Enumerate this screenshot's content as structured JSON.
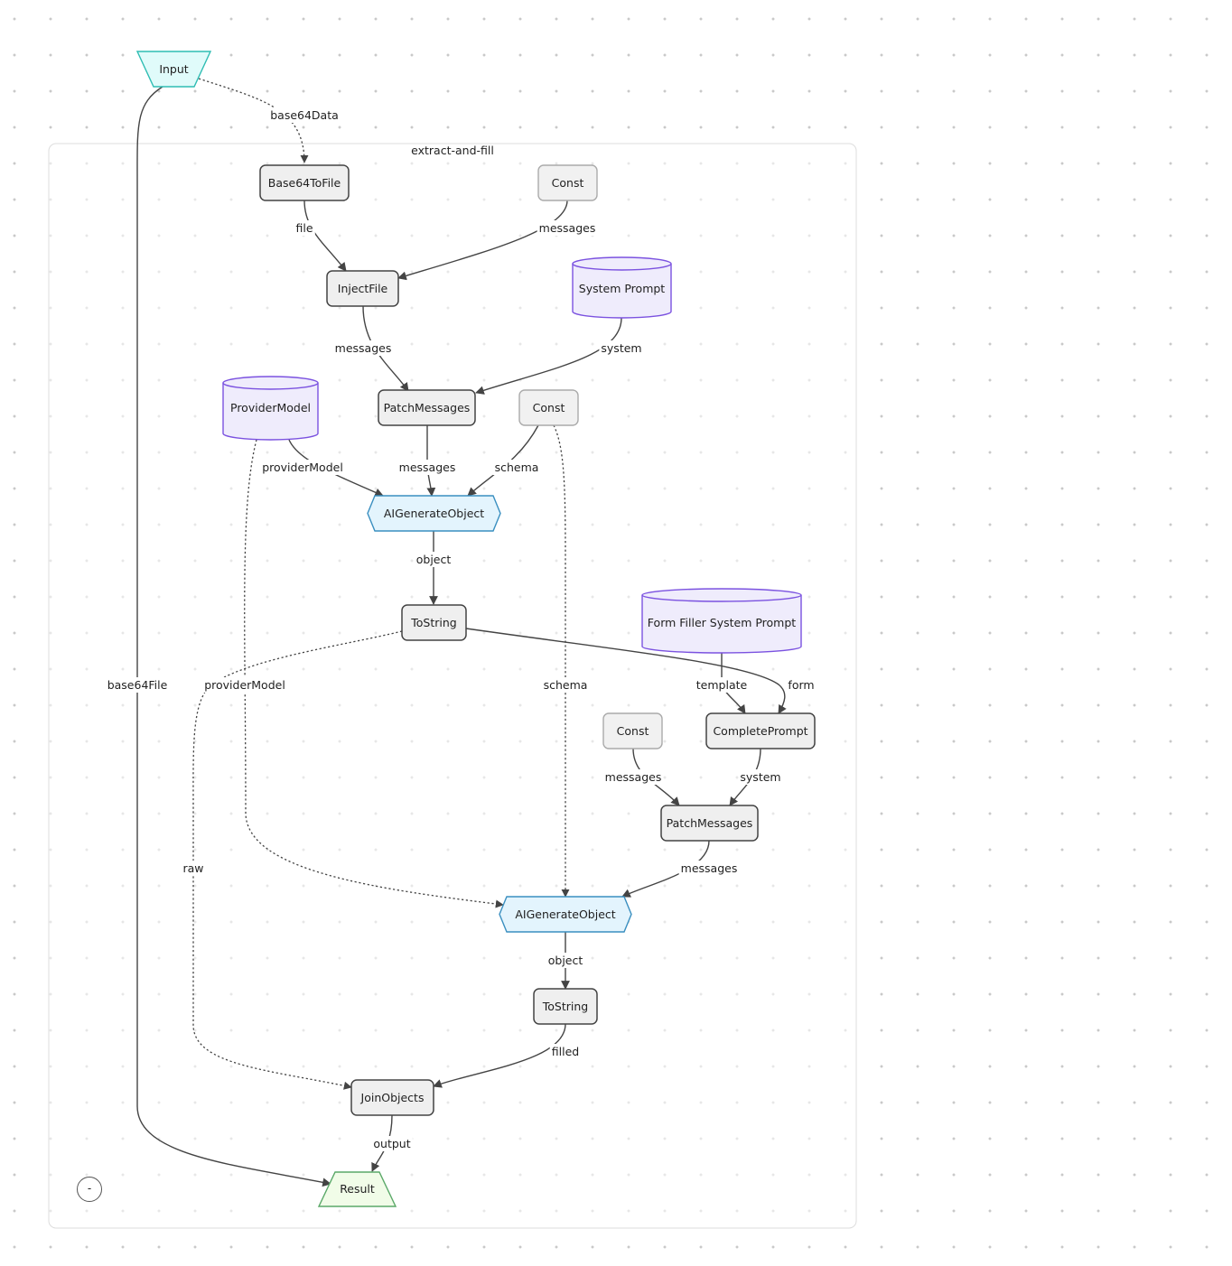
{
  "group": {
    "title": "extract-and-fill",
    "collapse_label": "-"
  },
  "colors": {
    "io_input_fill": "#e0fbfa",
    "io_input_stroke": "#2fbdb3",
    "io_output_fill": "#f1fce8",
    "io_output_stroke": "#5aa868",
    "db_fill": "#efecfc",
    "db_stroke": "#7b52e0",
    "ai_fill": "#e3f4fd",
    "ai_stroke": "#3a8fc0",
    "op_fill": "#efefef",
    "op_stroke": "#444444",
    "const_fill": "#f1f1f1",
    "const_stroke": "#aaaaaa"
  },
  "nodes": [
    {
      "id": "input",
      "label": "Input",
      "kind": "io_in"
    },
    {
      "id": "b64",
      "label": "Base64ToFile",
      "kind": "op"
    },
    {
      "id": "const1",
      "label": "Const",
      "kind": "const"
    },
    {
      "id": "inject",
      "label": "InjectFile",
      "kind": "op"
    },
    {
      "id": "sysprompt",
      "label": "System Prompt",
      "kind": "db"
    },
    {
      "id": "provider",
      "label": "ProviderModel",
      "kind": "db"
    },
    {
      "id": "patch1",
      "label": "PatchMessages",
      "kind": "op"
    },
    {
      "id": "const2",
      "label": "Const",
      "kind": "const"
    },
    {
      "id": "ai1",
      "label": "AIGenerateObject",
      "kind": "ai"
    },
    {
      "id": "tostr1",
      "label": "ToString",
      "kind": "op"
    },
    {
      "id": "formprompt",
      "label": "Form Filler System Prompt",
      "kind": "db"
    },
    {
      "id": "const3",
      "label": "Const",
      "kind": "const"
    },
    {
      "id": "complete",
      "label": "CompletePrompt",
      "kind": "op"
    },
    {
      "id": "patch2",
      "label": "PatchMessages",
      "kind": "op"
    },
    {
      "id": "ai2",
      "label": "AIGenerateObject",
      "kind": "ai"
    },
    {
      "id": "tostr2",
      "label": "ToString",
      "kind": "op"
    },
    {
      "id": "join",
      "label": "JoinObjects",
      "kind": "op"
    },
    {
      "id": "result",
      "label": "Result",
      "kind": "io_out"
    }
  ],
  "edges": [
    {
      "id": "e1",
      "label": "base64Data",
      "style": "dotted"
    },
    {
      "id": "e2",
      "label": "file",
      "style": "solid"
    },
    {
      "id": "e3",
      "label": "messages",
      "style": "solid"
    },
    {
      "id": "e4",
      "label": "messages",
      "style": "solid"
    },
    {
      "id": "e5",
      "label": "system",
      "style": "solid"
    },
    {
      "id": "e6",
      "label": "providerModel",
      "style": "solid"
    },
    {
      "id": "e7",
      "label": "messages",
      "style": "solid"
    },
    {
      "id": "e8",
      "label": "schema",
      "style": "solid"
    },
    {
      "id": "e9",
      "label": "object",
      "style": "solid"
    },
    {
      "id": "e10",
      "label": "template",
      "style": "solid"
    },
    {
      "id": "e11",
      "label": "form",
      "style": "solid"
    },
    {
      "id": "e12",
      "label": "messages",
      "style": "solid"
    },
    {
      "id": "e13",
      "label": "system",
      "style": "solid"
    },
    {
      "id": "e14",
      "label": "messages",
      "style": "solid"
    },
    {
      "id": "e15",
      "label": "providerModel",
      "style": "dotted"
    },
    {
      "id": "e16",
      "label": "schema",
      "style": "dotted"
    },
    {
      "id": "e17",
      "label": "object",
      "style": "solid"
    },
    {
      "id": "e18",
      "label": "filled",
      "style": "solid"
    },
    {
      "id": "e19",
      "label": "raw",
      "style": "dotted"
    },
    {
      "id": "e20",
      "label": "output",
      "style": "solid"
    },
    {
      "id": "e21",
      "label": "base64File",
      "style": "solid"
    }
  ]
}
